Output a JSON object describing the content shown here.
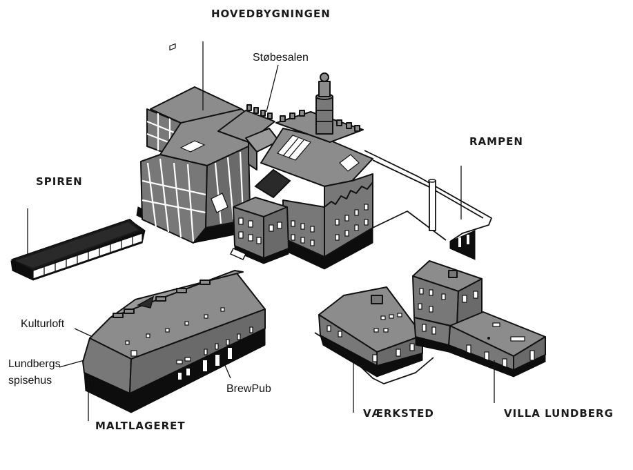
{
  "labels": {
    "hovedbygningen": "HOVEDBYGNINGEN",
    "stobesalen": "Støbesalen",
    "rampen": "RAMPEN",
    "spiren": "SPIREN",
    "kulturloft": "Kulturloft",
    "lundbergs_line1": "Lundbergs",
    "lundbergs_line2": "spisehus",
    "brewpub": "BrewPub",
    "maltlageret": "MALTLAGERET",
    "vaerksted": "VÆRKSTED",
    "villa_lundberg": "VILLA LUNDBERG"
  },
  "colors": {
    "roof": "#8c8c8c",
    "wall": "#787878",
    "base": "#0d0d0d",
    "text": "#1a1a1a"
  }
}
